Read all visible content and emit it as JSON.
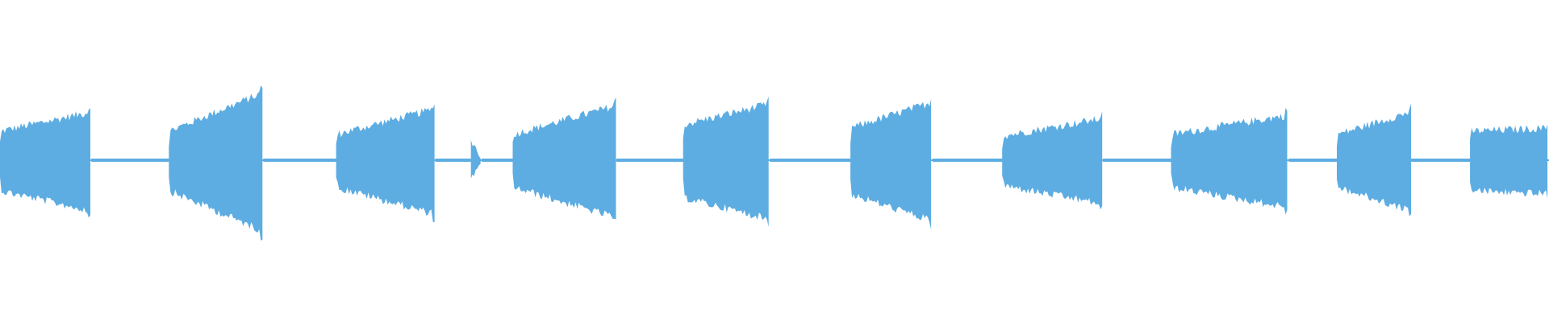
{
  "waveform": {
    "color": "#5dade2",
    "background": "#ffffff",
    "segments": [
      {
        "kind": "burst",
        "start": 0.0,
        "end": 0.059,
        "amp_start": 0.18,
        "amp_end": 0.3
      },
      {
        "kind": "silence",
        "start": 0.059,
        "end": 0.109
      },
      {
        "kind": "burst",
        "start": 0.109,
        "end": 0.17,
        "amp_start": 0.18,
        "amp_end": 0.42
      },
      {
        "kind": "silence",
        "start": 0.17,
        "end": 0.217
      },
      {
        "kind": "burst",
        "start": 0.217,
        "end": 0.281,
        "amp_start": 0.16,
        "amp_end": 0.32
      },
      {
        "kind": "silence",
        "start": 0.281,
        "end": 0.304
      },
      {
        "kind": "blip",
        "start": 0.304,
        "end": 0.311,
        "amp_start": 0.12,
        "amp_end": 0.02
      },
      {
        "kind": "silence",
        "start": 0.311,
        "end": 0.331
      },
      {
        "kind": "burst",
        "start": 0.331,
        "end": 0.398,
        "amp_start": 0.16,
        "amp_end": 0.34
      },
      {
        "kind": "silence",
        "start": 0.398,
        "end": 0.441
      },
      {
        "kind": "burst",
        "start": 0.441,
        "end": 0.497,
        "amp_start": 0.22,
        "amp_end": 0.35
      },
      {
        "kind": "silence",
        "start": 0.497,
        "end": 0.549
      },
      {
        "kind": "burst",
        "start": 0.549,
        "end": 0.602,
        "amp_start": 0.2,
        "amp_end": 0.36
      },
      {
        "kind": "silence",
        "start": 0.602,
        "end": 0.647
      },
      {
        "kind": "burst",
        "start": 0.647,
        "end": 0.712,
        "amp_start": 0.15,
        "amp_end": 0.26
      },
      {
        "kind": "silence",
        "start": 0.712,
        "end": 0.756
      },
      {
        "kind": "burst",
        "start": 0.756,
        "end": 0.832,
        "amp_start": 0.16,
        "amp_end": 0.28
      },
      {
        "kind": "silence",
        "start": 0.832,
        "end": 0.863
      },
      {
        "kind": "burst",
        "start": 0.863,
        "end": 0.911,
        "amp_start": 0.16,
        "amp_end": 0.3
      },
      {
        "kind": "silence",
        "start": 0.911,
        "end": 0.949
      },
      {
        "kind": "burst",
        "start": 0.949,
        "end": 1.0,
        "amp_start": 0.18,
        "amp_end": 0.2
      }
    ]
  }
}
